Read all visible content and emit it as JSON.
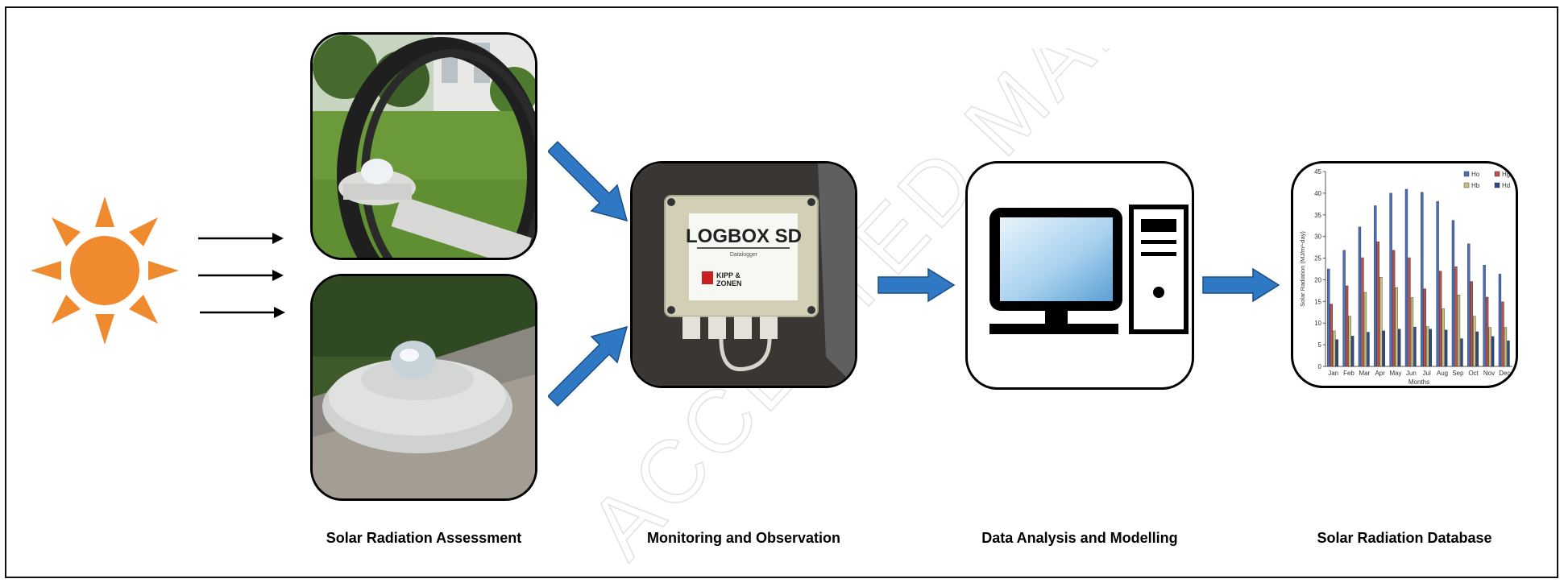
{
  "captions": {
    "assessment": "Solar Radiation Assessment",
    "monitoring": "Monitoring and Observation",
    "analysis": "Data Analysis and Modelling",
    "database": "Solar Radiation Database"
  },
  "logger": {
    "brand": "LOGBOX SD",
    "sub": "Datalogger",
    "maker_line1": "KIPP &",
    "maker_line2": "ZONEN"
  },
  "watermark_text": "ACCEPTED MANUSCRIPT",
  "colors": {
    "sun": "#f08a2e",
    "arrow_blue": "#2f78c4",
    "ho": "#4a6fbf",
    "hg": "#c0504d",
    "hb": "#c8c27a",
    "hd": "#2e4a8a"
  },
  "icons": [
    "sun-icon",
    "computer-icon",
    "pyranometer-photo",
    "datalogger-photo"
  ],
  "chart_data": {
    "type": "bar",
    "categories": [
      "Jan",
      "Feb",
      "Mar",
      "Apr",
      "May",
      "Jun",
      "Jul",
      "Aug",
      "Sep",
      "Oct",
      "Nov",
      "Dec"
    ],
    "series": [
      {
        "name": "Ho",
        "values": [
          22.5,
          26.8,
          32.2,
          37.1,
          40.0,
          40.9,
          40.2,
          38.1,
          33.7,
          28.3,
          23.4,
          21.3
        ]
      },
      {
        "name": "Hg",
        "values": [
          14.4,
          18.6,
          25.1,
          28.8,
          26.8,
          25.1,
          17.9,
          22.0,
          23.0,
          19.6,
          16.0,
          14.9
        ]
      },
      {
        "name": "Hb",
        "values": [
          8.2,
          11.6,
          17.1,
          20.6,
          18.2,
          15.9,
          9.2,
          13.3,
          16.5,
          11.6,
          9.0,
          9.0
        ]
      },
      {
        "name": "Hd",
        "values": [
          6.2,
          7.0,
          7.9,
          8.2,
          8.6,
          9.1,
          8.6,
          8.4,
          6.4,
          8.0,
          6.9,
          5.9
        ]
      }
    ],
    "xlabel": "Months",
    "ylabel": "Solar Radiation (MJ/m²-day)",
    "ylim": [
      0,
      45
    ],
    "yticks": [
      "0",
      "5",
      "10",
      "15",
      "20",
      "25",
      "30",
      "35",
      "40",
      "45"
    ],
    "legend": "top-right"
  }
}
